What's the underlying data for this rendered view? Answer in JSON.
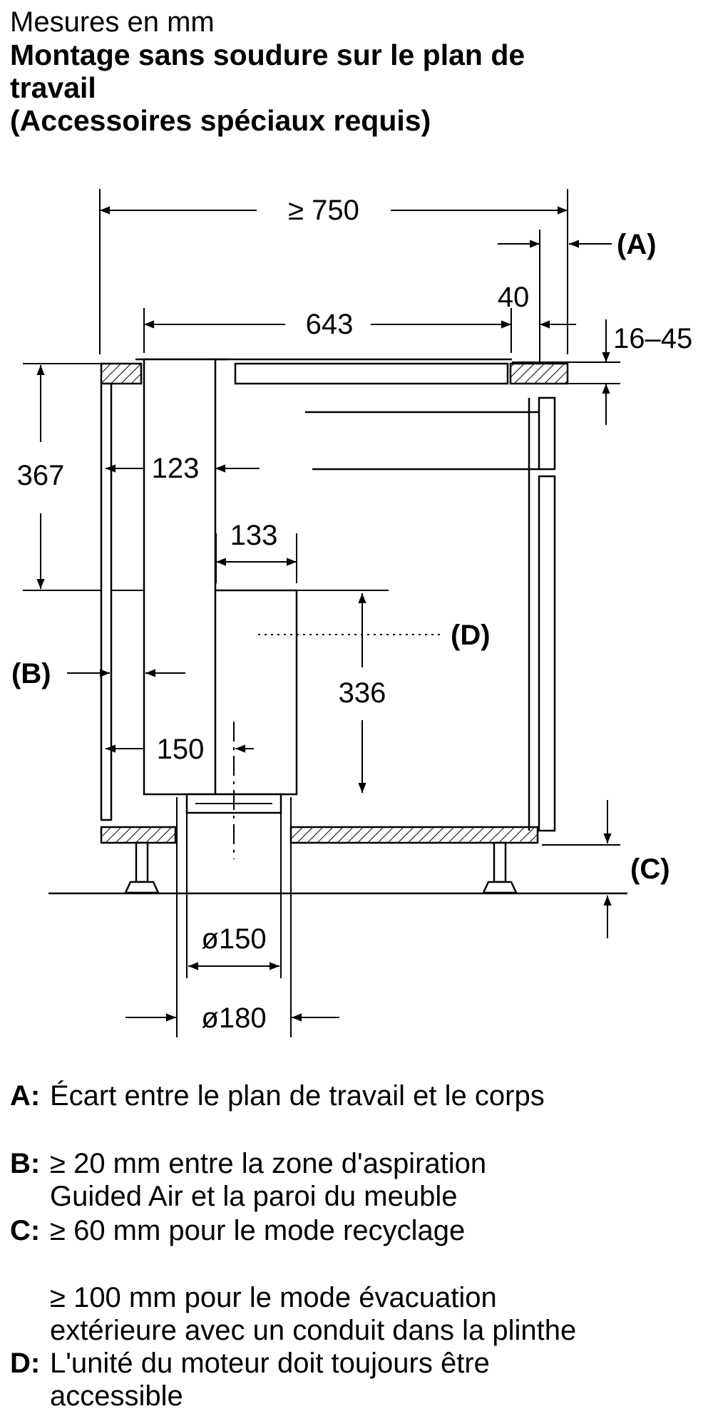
{
  "header": {
    "subtitle": "Mesures en mm",
    "title_lines": [
      "Montage sans soudure sur le plan de",
      "travail",
      "(Accessoires spéciaux requis)"
    ]
  },
  "diagram": {
    "dimensions": {
      "d750": "≥ 750",
      "d40": "40",
      "d643": "643",
      "d16_45": "16–45",
      "d367": "367",
      "d123": "123",
      "d133": "133",
      "d336": "336",
      "d150": "150",
      "d_o150": "ø150",
      "d_o180": "ø180"
    },
    "markers": {
      "A": "(A)",
      "B": "(B)",
      "C": "(C)",
      "D": "(D)"
    }
  },
  "legend": [
    {
      "letter": "A:",
      "lines": [
        "Écart entre le plan de travail et le corps"
      ]
    },
    {
      "letter": "B:",
      "lines": [
        "≥ 20 mm entre la zone d'aspiration",
        "Guided Air et la paroi du meuble"
      ]
    },
    {
      "letter": "C:",
      "lines": [
        "≥ 60 mm pour le mode recyclage"
      ]
    },
    {
      "letter": "",
      "lines": [
        "≥ 100 mm pour le mode évacuation",
        "extérieure avec un conduit dans la plinthe"
      ]
    },
    {
      "letter": "D:",
      "lines": [
        "L'unité du moteur doit toujours être",
        "accessible"
      ]
    }
  ]
}
